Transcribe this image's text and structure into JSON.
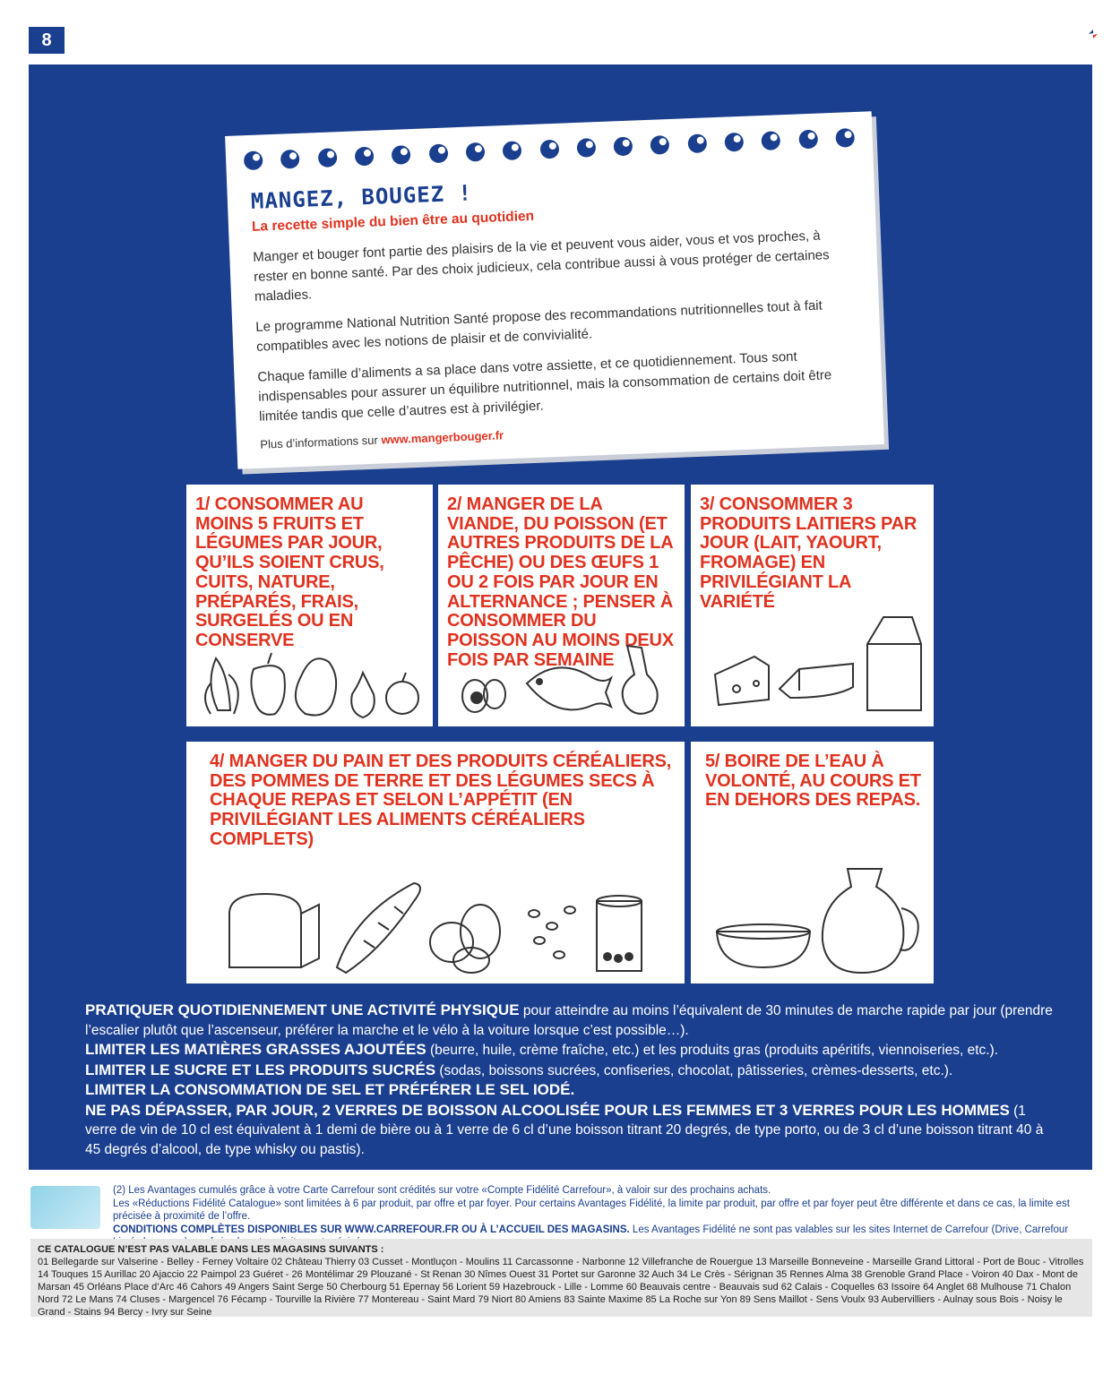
{
  "page": {
    "number": "8"
  },
  "notepad": {
    "title": "MANGEZ, BOUGEZ !",
    "subtitle": "La recette simple du bien être au quotidien",
    "paragraphs": [
      "Manger et bouger font partie des plaisirs de la vie et peuvent vous aider, vous et vos proches, à rester en bonne santé. Par des choix judicieux, cela contribue aussi à vous protéger de certaines maladies.",
      "Le programme National Nutrition Santé propose des recommandations nutritionnelles tout à fait compatibles avec les notions de plaisir et de convivialité.",
      "Chaque famille d’aliments a sa place dans votre assiette, et ce quotidiennement. Tous sont indispensables pour assurer un équilibre nutritionnel, mais la consommation de certains doit être limitée tandis que celle d’autres est à privilégier."
    ],
    "more_label": "Plus d’informations sur",
    "more_link": "www.mangerbouger.fr"
  },
  "cards": [
    {
      "text": "1/ CONSOMMER AU MOINS 5 FRUITS ET LÉGUMES PAR JOUR, QU’ILS SOIENT CRUS, CUITS, NATURE, PRÉPARÉS, FRAIS, SURGELÉS OU EN CONSERVE",
      "icons": "vegetables-icon"
    },
    {
      "text": "2/ MANGER DE LA VIANDE, DU POISSON (ET AUTRES PRODUITS DE LA PÊCHE) OU DES ŒUFS 1 OU 2 FOIS PAR JOUR EN ALTERNANCE ; PENSER À CONSOMMER DU POISSON AU MOINS DEUX FOIS PAR SEMAINE",
      "icons": "protein-icon"
    },
    {
      "text": "3/ CONSOMMER 3 PRODUITS LAITIERS PAR JOUR (LAIT, YAOURT, FROMAGE) EN PRIVILÉGIANT LA VARIÉTÉ",
      "icons": "dairy-icon"
    },
    {
      "text": "4/ MANGER DU PAIN ET DES PRODUITS CÉRÉALIERS, DES POMMES DE TERRE ET DES LÉGUMES SECS À CHAQUE REPAS ET SELON L’APPÉTIT (EN PRIVILÉGIANT LES ALIMENTS CÉRÉALIERS COMPLETS)",
      "icons": "cereals-icon"
    },
    {
      "text": "5/ BOIRE DE L’EAU À VOLONTÉ, AU COURS ET EN DEHORS DES REPAS.",
      "icons": "water-icon"
    }
  ],
  "advice": [
    {
      "head": "PRATIQUER QUOTIDIENNEMENT UNE ACTIVITÉ PHYSIQUE",
      "body": " pour atteindre au moins l’équivalent de 30 minutes de marche rapide par jour (prendre l’escalier plutôt que l’ascenseur, préférer la marche et le vélo à la voiture lorsque c’est possible…)."
    },
    {
      "head": "LIMITER LES MATIÈRES GRASSES AJOUTÉES",
      "body": " (beurre, huile, crème fraîche, etc.) et les produits gras (produits apéritifs, viennoiseries, etc.)."
    },
    {
      "head": "LIMITER LE SUCRE ET LES PRODUITS SUCRÉS",
      "body": " (sodas, boissons sucrées, confiseries, chocolat, pâtisseries, crèmes-desserts, etc.)."
    },
    {
      "head": "LIMITER LA CONSOMMATION DE SEL ET PRÉFÉRER LE SEL IODÉ.",
      "body": ""
    },
    {
      "head": "NE PAS DÉPASSER, PAR JOUR, 2 VERRES DE BOISSON ALCOOLISÉE POUR LES FEMMES ET 3 VERRES POUR LES HOMMES",
      "body": " (1 verre de vin de 10 cl est équivalent à 1 demi de bière ou à 1 verre de 6 cl d’une boisson titrant 20 degrés, de type porto, ou de 3 cl d’une boisson titrant 40 à 45 degrés d’alcool, de type whisky ou pastis)."
    }
  ],
  "legal": {
    "line1": "(2) Les Avantages cumulés grâce à votre Carte Carrefour sont crédités sur votre «Compte Fidélité Carrefour», à valoir sur des prochains achats.",
    "line2": "Les «Réductions Fidélité Catalogue» sont limitées à 6 par produit, par offre et par foyer. Pour certains Avantages Fidélité, la limite par produit, par offre et par foyer peut être différente et dans ce cas, la limite est précisée à proximité de l’offre.",
    "line3_bold": "CONDITIONS COMPLÈTES DISPONIBLES SUR WWW.CARREFOUR.FR OU À L’ACCUEIL DES MAGASINS.",
    "line3_rest": " Les Avantages Fidélité ne sont pas valables sur les sites Internet de Carrefour (Drive, Carrefour Livré chez vous), sauf si cela est explicitement précisé."
  },
  "exclusions": {
    "title": "CE CATALOGUE N’EST PAS VALABLE DANS LES MAGASINS SUIVANTS :",
    "text": "01 Bellegarde sur Valserine - Belley - Ferney Voltaire 02 Château Thierry 03 Cusset - Montluçon - Moulins 11 Carcassonne - Narbonne 12 Villefranche de Rouergue 13 Marseille Bonneveine - Marseille Grand Littoral - Port de Bouc - Vitrolles 14 Touques 15 Aurillac 20 Ajaccio 22 Paimpol 23 Guéret - 26 Montélimar 29 Plouzané - St Renan 30 Nîmes Ouest 31 Portet sur Garonne 32 Auch 34 Le Crès - Sérignan 35 Rennes Alma 38 Grenoble Grand Place - Voiron 40 Dax - Mont de Marsan 45 Orléans Place d’Arc 46 Cahors 49 Angers Saint Serge 50 Cherbourg 51 Epernay 56 Lorient 59 Hazebrouck - Lille - Lomme 60 Beauvais centre - Beauvais sud 62 Calais - Coquelles 63 Issoire 64 Anglet 68 Mulhouse 71 Chalon Nord 72 Le Mans 74 Cluses - Margencel 76 Fécamp - Tourville la Rivière 77 Montereau - Saint Mard 79 Niort 80 Amiens 83 Sainte Maxime 85 La Roche sur Yon 89 Sens Maillot - Sens Voulx 93 Aubervilliers - Aulnay sous Bois - Noisy le Grand - Stains 94 Bercy - Ivry sur Seine"
  },
  "colors": {
    "brand_blue": "#1b3f8f",
    "accent_red": "#e0321f"
  }
}
